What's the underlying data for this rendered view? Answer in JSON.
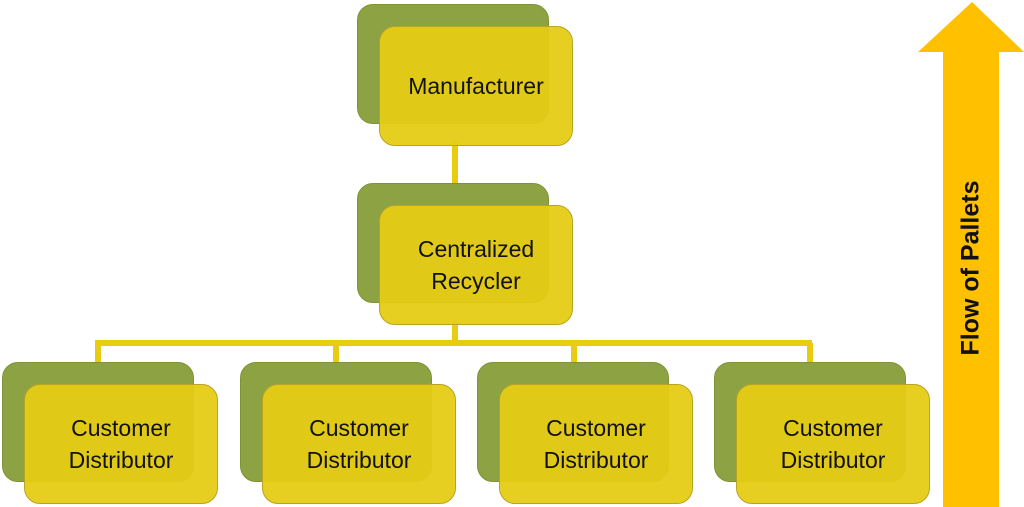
{
  "diagram": {
    "top": {
      "label": "Manufacturer"
    },
    "middle": {
      "label": "Centralized\nRecycler"
    },
    "customers": [
      {
        "label": "Customer\nDistributor"
      },
      {
        "label": "Customer\nDistributor"
      },
      {
        "label": "Customer\nDistributor"
      },
      {
        "label": "Customer\nDistributor"
      }
    ],
    "arrow": {
      "label": "Flow of Pallets"
    }
  },
  "colors": {
    "box_front": "#e6cc14",
    "box_back": "#8da243",
    "connector": "#e8cc10",
    "arrow": "#ffc000"
  }
}
